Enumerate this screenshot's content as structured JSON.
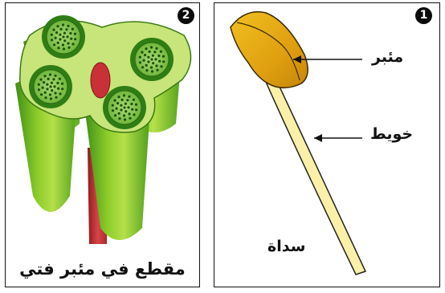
{
  "panel_left": {
    "number": "2",
    "caption": "مقطع في مئبر فتي"
  },
  "panel_right": {
    "number": "1",
    "labels": {
      "anther": "مئبر",
      "filament": "خويط",
      "stamen": "سداة"
    }
  }
}
